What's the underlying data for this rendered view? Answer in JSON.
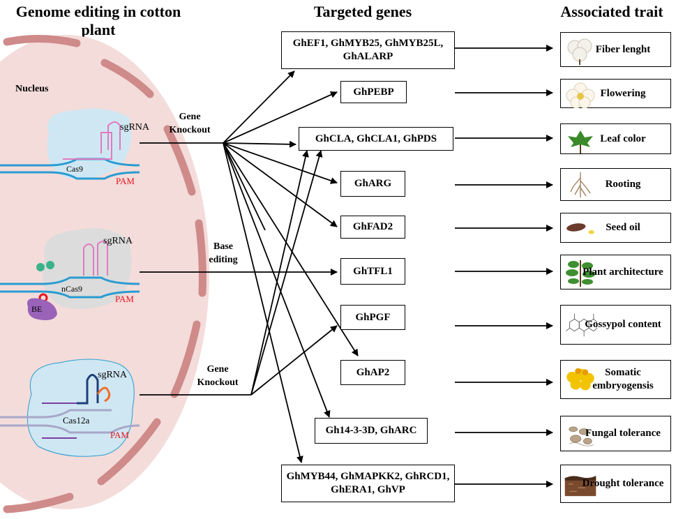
{
  "headings": {
    "left": "Genome editing in cotton plant",
    "middle": "Targeted genes",
    "right": "Associated trait"
  },
  "nucleus_label": "Nucleus",
  "tools": [
    {
      "protein": "Cas9",
      "guide": "sgRNA",
      "pam": "PAM",
      "edit_label": "Gene Knockout"
    },
    {
      "protein": "nCas9",
      "guide": "sgRNA",
      "pam": "PAM",
      "extra": "BE",
      "edit_label": "Base editing"
    },
    {
      "protein": "Cas12a",
      "guide": "sgRNA",
      "pam": "PAM",
      "edit_label": "Gene Knockout"
    }
  ],
  "genes": [
    "GhEF1, GhMYB25, GhMYB25L, GhALARP",
    "GhPEBP",
    "GhCLA, GhCLA1, GhPDS",
    "GhARG",
    "GhFAD2",
    "GhTFL1",
    "GhPGF",
    "GhAP2",
    "Gh14-3-3D, GhARC",
    "GhMYB44, GhMAPKK2, GhRCD1, GhERA1, GhVP"
  ],
  "traits": [
    {
      "label": "Fiber lenght",
      "icon": "cotton-boll-icon"
    },
    {
      "label": "Flowering",
      "icon": "flower-icon"
    },
    {
      "label": "Leaf color",
      "icon": "leaf-icon"
    },
    {
      "label": "Rooting",
      "icon": "root-icon"
    },
    {
      "label": "Seed oil",
      "icon": "seed-icon"
    },
    {
      "label": "Plant architecture",
      "icon": "plant-icon"
    },
    {
      "label": "Gossypol content",
      "icon": "molecule-icon"
    },
    {
      "label": "Somatic embryogensis",
      "icon": "embryo-icon"
    },
    {
      "label": "Fungal tolerance",
      "icon": "fungus-icon"
    },
    {
      "label": "Drought tolerance",
      "icon": "soil-icon"
    }
  ],
  "colors": {
    "nucleus_fill": "#f3dcda",
    "nucleus_pores": "#cf8a8a",
    "dna": "#2a9bd1",
    "protein": "#cfe7f2",
    "sgrna_pink": "#e07ac0",
    "pam": "#e8141d",
    "be_purple": "#9a62b8"
  }
}
